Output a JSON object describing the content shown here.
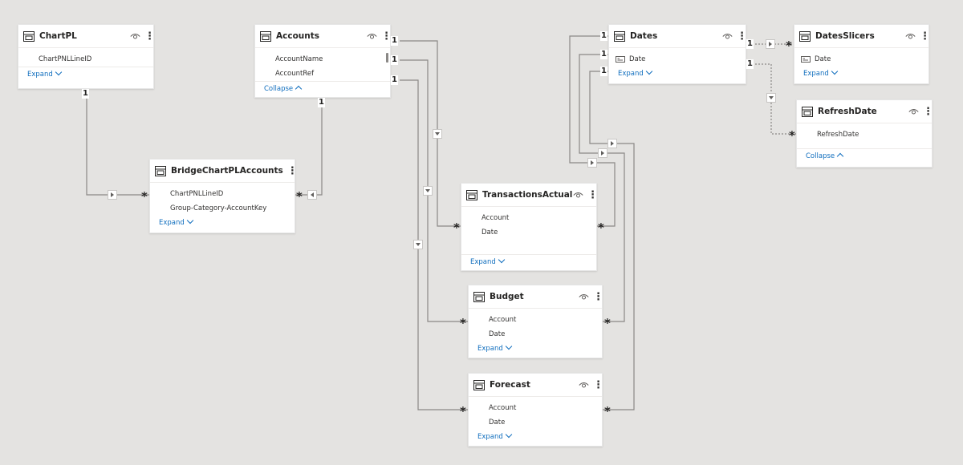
{
  "tables": [
    {
      "id": "chartpl",
      "title": "ChartPL",
      "fields": [
        "ChartPNLLineID"
      ],
      "footer": "Expand",
      "footer_state": "collapsed"
    },
    {
      "id": "accounts",
      "title": "Accounts",
      "fields": [
        "AccountName",
        "AccountRef"
      ],
      "footer": "Collapse",
      "footer_state": "expanded"
    },
    {
      "id": "dates",
      "title": "Dates",
      "fields": [
        "Date"
      ],
      "field_icons": [
        "calendar-field-icon"
      ],
      "footer": "Expand",
      "footer_state": "collapsed"
    },
    {
      "id": "datesslicers",
      "title": "DatesSlicers",
      "fields": [
        "Date"
      ],
      "field_icons": [
        "calendar-field-icon"
      ],
      "footer": "Expand",
      "footer_state": "collapsed"
    },
    {
      "id": "refreshdate",
      "title": "RefreshDate",
      "fields": [
        "RefreshDate"
      ],
      "footer": "Collapse",
      "footer_state": "expanded"
    },
    {
      "id": "bridge",
      "title": "BridgeChartPLAccounts",
      "fields": [
        "ChartPNLLineID",
        "Group-Category-AccountKey"
      ],
      "footer": "Expand",
      "footer_state": "collapsed"
    },
    {
      "id": "transactions",
      "title": "TransactionsActual",
      "fields": [
        "Account",
        "Date"
      ],
      "footer": "Expand",
      "footer_state": "collapsed"
    },
    {
      "id": "budget",
      "title": "Budget",
      "fields": [
        "Account",
        "Date"
      ],
      "footer": "Expand",
      "footer_state": "collapsed"
    },
    {
      "id": "forecast",
      "title": "Forecast",
      "fields": [
        "Account",
        "Date"
      ],
      "footer": "Expand",
      "footer_state": "collapsed"
    }
  ],
  "cardinality": {
    "one": "1",
    "many": "*"
  },
  "relationships": [
    {
      "from": "ChartPL",
      "to": "BridgeChartPLAccounts",
      "from_card": "1",
      "to_card": "*",
      "style": "solid"
    },
    {
      "from": "Accounts",
      "to": "BridgeChartPLAccounts",
      "from_card": "1",
      "to_card": "*",
      "style": "solid"
    },
    {
      "from": "Accounts",
      "to": "TransactionsActual",
      "from_card": "1",
      "to_card": "*",
      "style": "solid"
    },
    {
      "from": "Accounts",
      "to": "Budget",
      "from_card": "1",
      "to_card": "*",
      "style": "solid"
    },
    {
      "from": "Accounts",
      "to": "Forecast",
      "from_card": "1",
      "to_card": "*",
      "style": "solid"
    },
    {
      "from": "Dates",
      "to": "TransactionsActual",
      "from_card": "1",
      "to_card": "*",
      "style": "solid"
    },
    {
      "from": "Dates",
      "to": "Budget",
      "from_card": "1",
      "to_card": "*",
      "style": "solid"
    },
    {
      "from": "Dates",
      "to": "Forecast",
      "from_card": "1",
      "to_card": "*",
      "style": "solid"
    },
    {
      "from": "Dates",
      "to": "DatesSlicers",
      "from_card": "1",
      "to_card": "*",
      "style": "dotted"
    },
    {
      "from": "Dates",
      "to": "RefreshDate",
      "from_card": "1",
      "to_card": "*",
      "style": "dotted"
    }
  ],
  "colors": {
    "canvas": "#e4e3e1",
    "link": "#106ebe",
    "wire": "#8a8886",
    "card": "#ffffff"
  }
}
